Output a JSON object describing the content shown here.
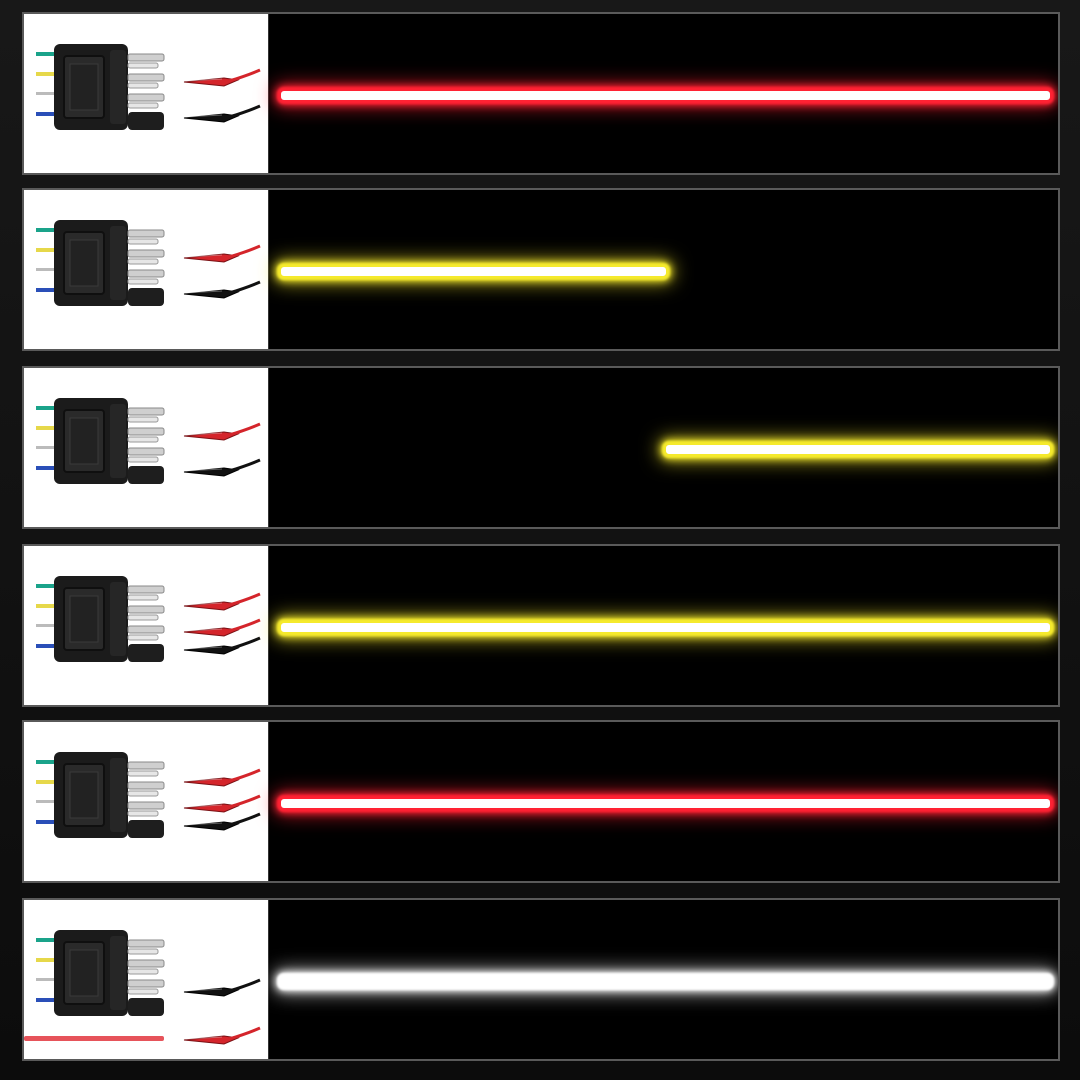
{
  "panels": [
    {
      "id": "p1",
      "signal_clips": 1,
      "ground_clips": 1,
      "extra_lead": false,
      "beam_color": "#ff2233",
      "beam_start": 0.0,
      "beam_end": 1.0
    },
    {
      "id": "p2",
      "signal_clips": 1,
      "ground_clips": 1,
      "extra_lead": false,
      "beam_color": "#f5ea2c",
      "beam_start": 0.0,
      "beam_end": 0.5
    },
    {
      "id": "p3",
      "signal_clips": 1,
      "ground_clips": 1,
      "extra_lead": false,
      "beam_color": "#f5ea2c",
      "beam_start": 0.5,
      "beam_end": 1.0
    },
    {
      "id": "p4",
      "signal_clips": 2,
      "ground_clips": 1,
      "extra_lead": false,
      "beam_color": "#f5ea2c",
      "beam_start": 0.0,
      "beam_end": 1.0
    },
    {
      "id": "p5",
      "signal_clips": 2,
      "ground_clips": 1,
      "extra_lead": false,
      "beam_color": "#ff2233",
      "beam_start": 0.0,
      "beam_end": 1.0
    },
    {
      "id": "p6",
      "signal_clips": 0,
      "ground_clips": 1,
      "extra_lead": true,
      "beam_color": "#ffffff",
      "beam_start": 0.0,
      "beam_end": 1.0
    }
  ],
  "icons": {
    "connector": "trailer-4-pin-connector-icon",
    "red_clip": "red-alligator-clip-icon",
    "black_clip": "black-alligator-clip-icon",
    "wire": "red-wire-lead-icon"
  }
}
